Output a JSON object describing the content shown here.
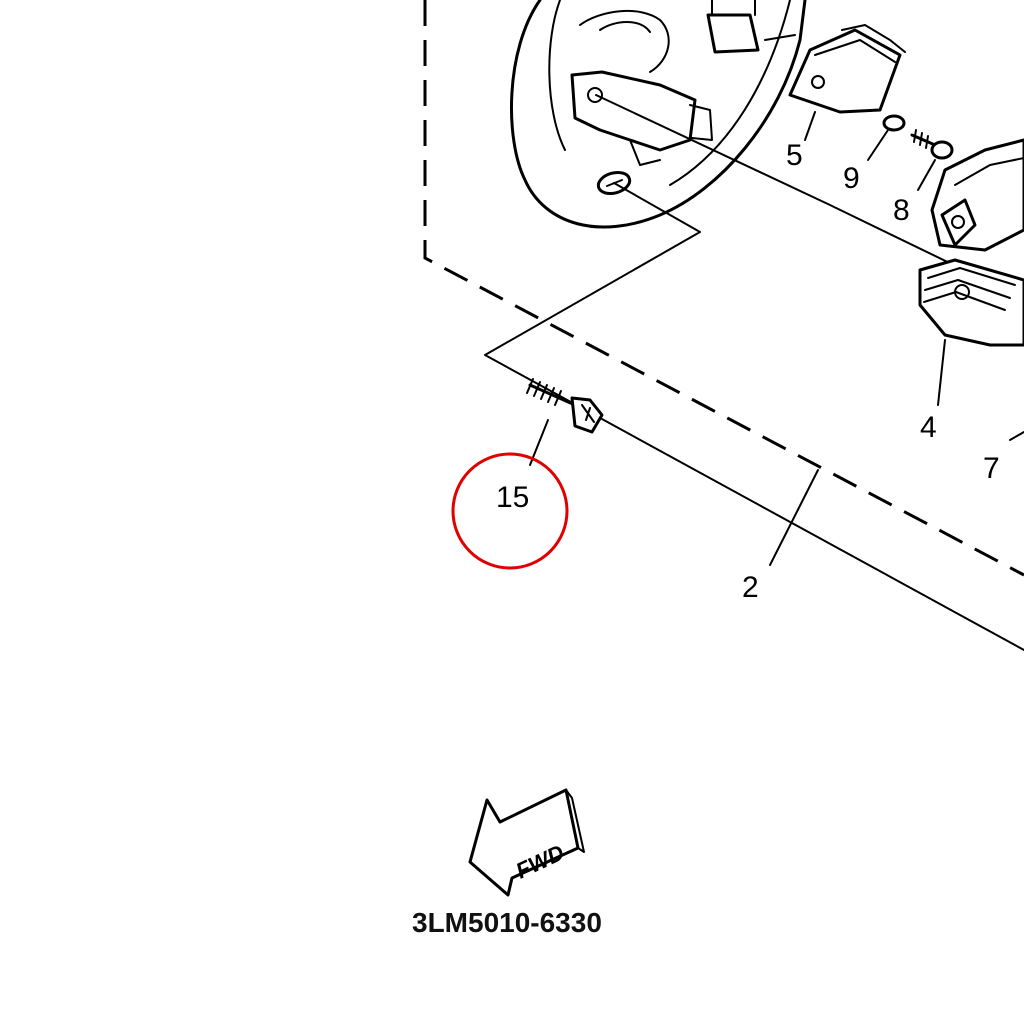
{
  "callouts": {
    "c2": "2",
    "c4": "4",
    "c5": "5",
    "c7": "7",
    "c8": "8",
    "c9": "9",
    "c15": "15"
  },
  "highlight": {
    "target": "15",
    "color": "#e00000"
  },
  "direction_arrow": {
    "label": "FWD"
  },
  "diagram_code": "3LM5010-6330"
}
